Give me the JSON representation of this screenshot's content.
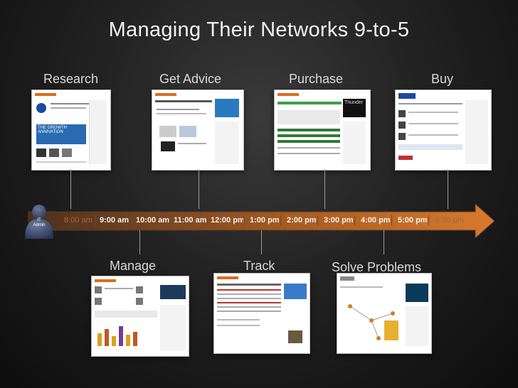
{
  "title": "Managing Their Networks 9-to-5",
  "top_stages": [
    {
      "label": "Research"
    },
    {
      "label": "Get Advice"
    },
    {
      "label": "Purchase"
    },
    {
      "label": "Buy"
    }
  ],
  "bottom_stages": [
    {
      "label": "Manage"
    },
    {
      "label": "Track"
    },
    {
      "label": "Solve Problems"
    }
  ],
  "timeline": {
    "times": [
      "8:00 am",
      "9:00 am",
      "10:00 am",
      "11:00 am",
      "12:00 pm",
      "1:00 pm",
      "2:00 pm",
      "3:00 pm",
      "4:00 pm",
      "5:00 pm",
      "6:00 pm"
    ],
    "avatar_text": [
      "IT",
      "Admin"
    ],
    "colors": {
      "arrow_start": "#4a3020",
      "arrow_mid": "#a45a20",
      "arrow_end": "#d87a2e"
    }
  },
  "thumb_texts": {
    "research_banner": "THE GROWTH ANNIVATION",
    "purchase_banner": "Thunder"
  }
}
